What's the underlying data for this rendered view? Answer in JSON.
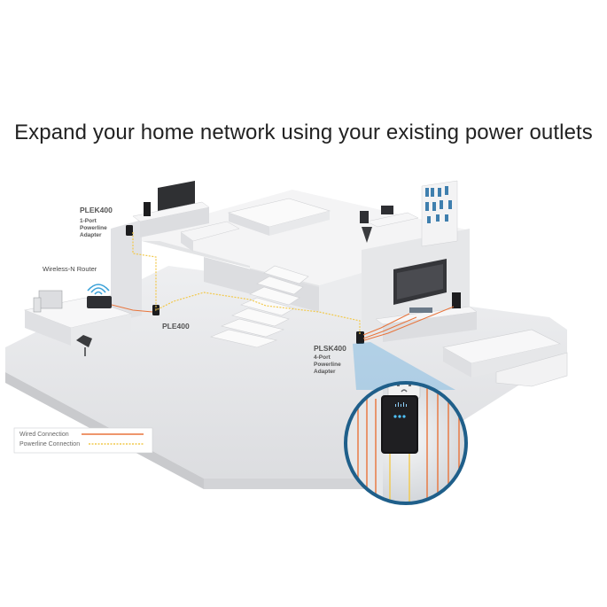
{
  "headline": "Expand your home network using your existing power outlets",
  "labels": {
    "plek400_model": "PLEK400",
    "plek400_desc_1": "1-Port",
    "plek400_desc_2": "Powerline",
    "plek400_desc_3": "Adapter",
    "router": "Wireless-N Router",
    "ple400_model": "PLE400",
    "plsk400_model": "PLSK400",
    "plsk400_desc_1": "4-Port",
    "plsk400_desc_2": "Powerline",
    "plsk400_desc_3": "Adapter"
  },
  "legend": {
    "wired": "Wired Connection",
    "powerline": "Powerline Connection",
    "wired_color": "#e8743b",
    "powerline_color": "#f2c94c"
  },
  "icons": [
    "wifi-icon",
    "cisco-logo-icon",
    "power-outlet-icon"
  ],
  "colors": {
    "floor": "#e9eaec",
    "wall_light": "#f3f3f4",
    "wall_dark": "#d6d7da",
    "inset_border": "#1f5f8a",
    "wire_orange": "#e8743b"
  }
}
